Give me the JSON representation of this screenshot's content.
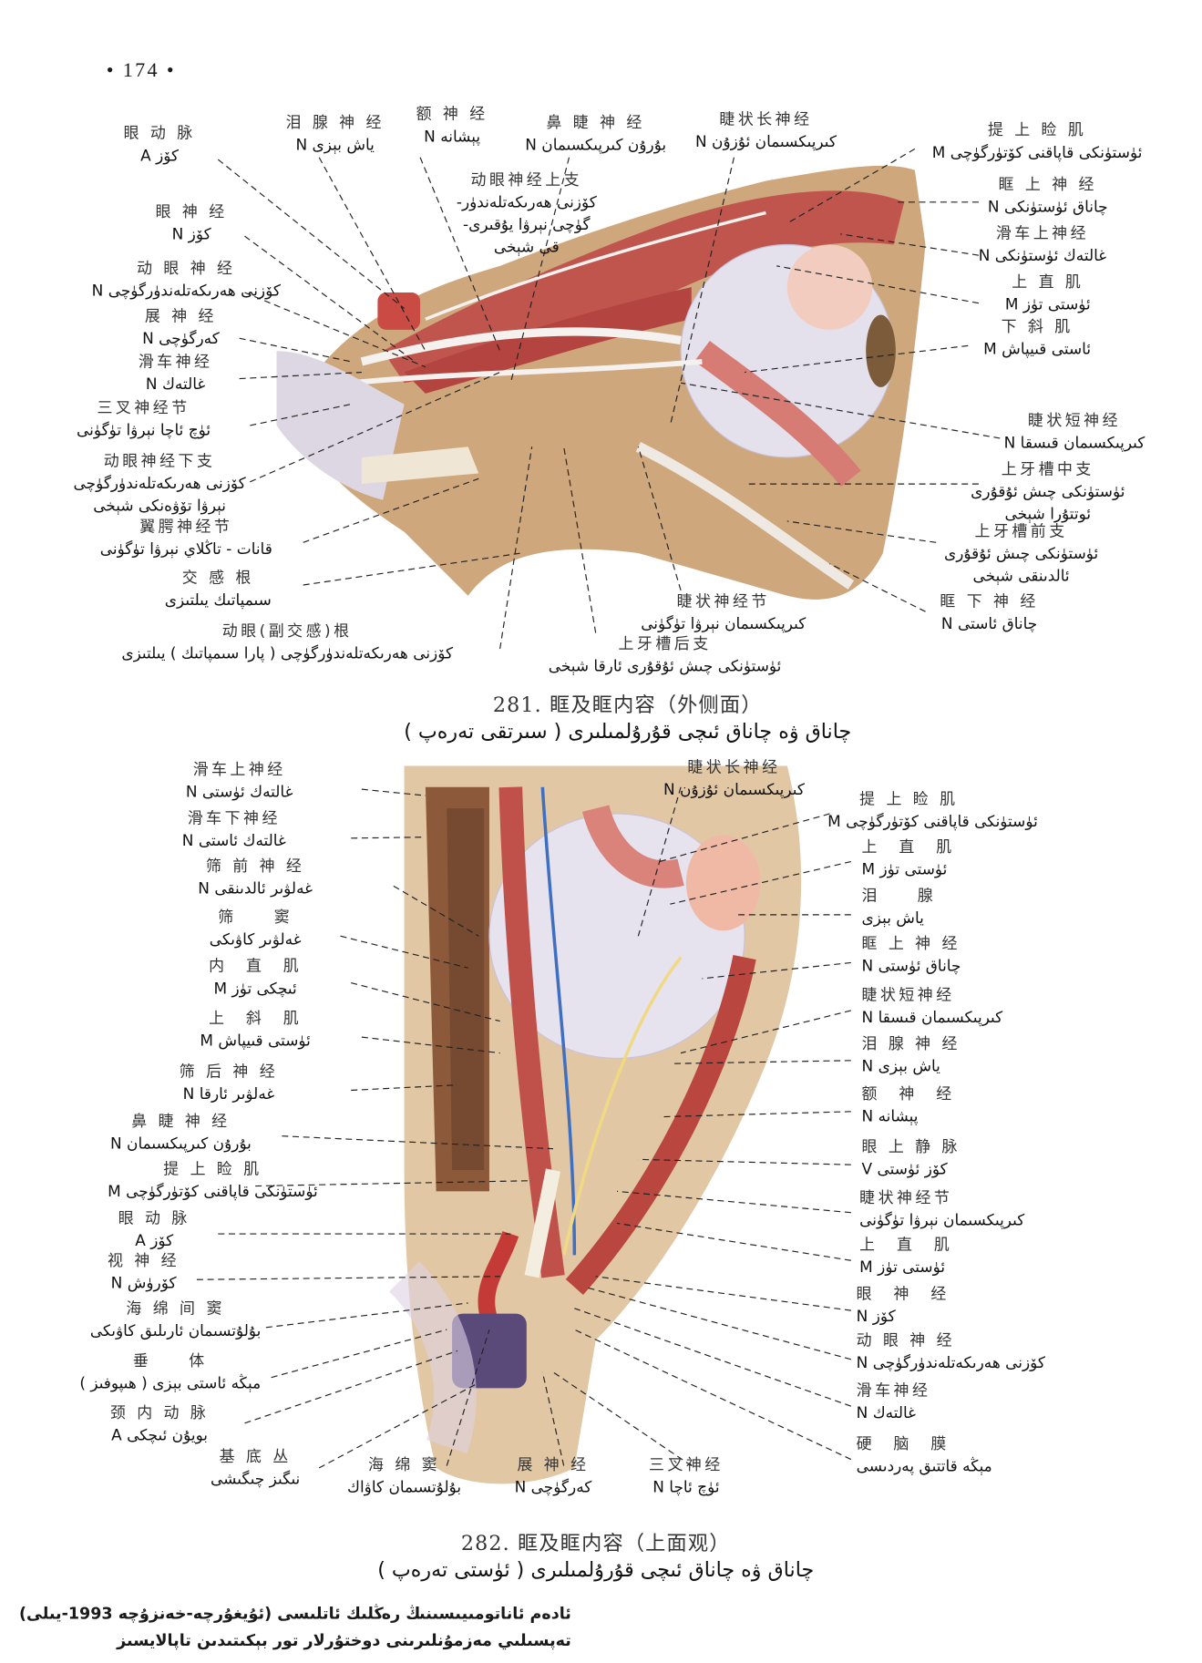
{
  "page_number": "• 174 •",
  "fig281": {
    "caption_zh": "281. 眶及眶内容（外侧面）",
    "caption_ug": "چاناق ۋە چاناق ئىچى قۇرۇلمىلىرى ( سىرتقى تەرەپ )",
    "labels": [
      {
        "zh": "眼 动 脉",
        "ug": "كۆز A"
      },
      {
        "zh": "泪 腺 神 经",
        "ug": "ياش بېزى N"
      },
      {
        "zh": "额 神 经",
        "ug": "پېشانە N"
      },
      {
        "zh": "鼻 睫 神 经",
        "ug": "بۇرۇن كىرپىكسىمان N"
      },
      {
        "zh": "睫状长神经",
        "ug": "كىرپىكسىمان ئۇزۇن N"
      },
      {
        "zh": "提 上 睑 肌",
        "ug": "ئۈستۈنكى قاپاقنى كۆتۈرگۈچى M"
      },
      {
        "zh": "动眼神经上支",
        "ug": "كۆزنى ھەرىكەتلەندۈر-",
        "ug2": "گۈچى نېرۋا يۇقىرى-",
        "ug3": "قى شېخى"
      },
      {
        "zh": "眼 神 经",
        "ug": "كۆز N"
      },
      {
        "zh": "眶 上 神 经",
        "ug": "چاناق ئۈستۈنكى N"
      },
      {
        "zh": "滑车上神经",
        "ug": "غالتەك ئۈستۈنكى N"
      },
      {
        "zh": "动 眼 神 经",
        "ug": "كۆزنى ھەرىكەتلەندۈرگۈچى N"
      },
      {
        "zh": "上 直 肌",
        "ug": "ئۈستى تۈز M"
      },
      {
        "zh": "展 神 经",
        "ug": "كەرگۈچى N"
      },
      {
        "zh": "下 斜 肌",
        "ug": "ئاستى قىيپاش M"
      },
      {
        "zh": "滑车神经",
        "ug": "غالتەك N"
      },
      {
        "zh": "三叉神经节",
        "ug": "ئۈچ ئاچا نېرۋا تۈگۈنى"
      },
      {
        "zh": "睫状短神经",
        "ug": "كىرپىكسىمان قىسقا N"
      },
      {
        "zh": "动眼神经下支",
        "ug": "كۆزنى ھەرىكەتلەندۈرگۈچى",
        "ug2": "نېرۋا تۆۋەنكى شېخى"
      },
      {
        "zh": "上牙槽中支",
        "ug": "ئۈستۈنكى چىش ئۇقۇرى",
        "ug2": "ئوتتۇرا شېخى"
      },
      {
        "zh": "翼腭神经节",
        "ug": "قانات - تاڭلاي نېرۋا تۈگۈنى"
      },
      {
        "zh": "上牙槽前支",
        "ug": "ئۈستۈنكى چىش ئۇقۇرى",
        "ug2": "ئالدىنقى شېخى"
      },
      {
        "zh": "交 感 根",
        "ug": "سىمپاتىك يىلتىزى"
      },
      {
        "zh": "眶 下 神 经",
        "ug": "چاناق ئاستى N"
      },
      {
        "zh": "睫状神经节",
        "ug": "كىرپىكسىمان نېرۋا تۈگۈنى"
      },
      {
        "zh": "动眼(副交感)根",
        "ug": "كۆزنى ھەرىكەتلەندۈرگۈچى ( پارا سىمپاتىك ) يىلتىزى"
      },
      {
        "zh": "上牙槽后支",
        "ug": "ئۈستۈنكى چىش ئۇقۇرى ئارقا شېخى"
      }
    ]
  },
  "fig282": {
    "caption_zh": "282. 眶及眶内容（上面观）",
    "caption_ug": "چاناق ۋە چاناق ئىچى قۇرۇلمىلىرى ( ئۈستى تەرەپ )",
    "left_labels": [
      {
        "zh": "滑车上神经",
        "ug": "غالتەك ئۈستى N"
      },
      {
        "zh": "滑车下神经",
        "ug": "غالتەك ئاستى N"
      },
      {
        "zh": "筛 前 神 经",
        "ug": "غەلۋىر ئالدىنقى N"
      },
      {
        "zh": "筛　　窦",
        "ug": "غەلۋىر كاۋىكى"
      },
      {
        "zh": "内　直　肌",
        "ug": "ئىچكى تۈز M"
      },
      {
        "zh": "上　斜　肌",
        "ug": "ئۈستى قىيپاش M"
      },
      {
        "zh": "筛 后 神 经",
        "ug": "غەلۋىر ئارقا N"
      },
      {
        "zh": "鼻 睫 神 经",
        "ug": "بۇرۇن كىرپىكسىمان N"
      },
      {
        "zh": "提 上 睑 肌",
        "ug": "ئۈستۈنكى قاپاقنى كۆتۈرگۈچى M"
      },
      {
        "zh": "眼 动 脉",
        "ug": "كۆز A"
      },
      {
        "zh": "视 神 经",
        "ug": "كۆرۈش N"
      },
      {
        "zh": "海 绵 间 窦",
        "ug": "بۇلۇتسىمان ئارىلىق كاۋىكى"
      },
      {
        "zh": "垂　　体",
        "ug": "مېڭە ئاستى بېزى ( ھىپوفىز )"
      },
      {
        "zh": "颈 内 动 脉",
        "ug": "بويۇن ئىچكى A"
      },
      {
        "zh": "基 底 丛",
        "ug": "نىگىز چىگىشى"
      },
      {
        "zh": "海 绵 窦",
        "ug": "بۇلۇتسىمان كاۋاك"
      },
      {
        "zh": "展 神 经",
        "ug": "كەرگۈچى N"
      },
      {
        "zh": "三叉神经",
        "ug": "ئۈچ ئاچا N"
      }
    ],
    "right_labels": [
      {
        "zh": "睫状长神经",
        "ug": "كىرپىكسىمان ئۇزۇن N"
      },
      {
        "zh": "提 上 睑 肌",
        "ug": "ئۈستۈنكى قاپاقنى كۆتۈرگۈچى M"
      },
      {
        "zh": "上　直　肌",
        "ug": "ئۈستى تۈز M"
      },
      {
        "zh": "泪　　腺",
        "ug": "ياش بېزى"
      },
      {
        "zh": "眶 上 神 经",
        "ug": "چاناق ئۈستى N"
      },
      {
        "zh": "睫状短神经",
        "ug": "كىرپىكسىمان قىسقا N"
      },
      {
        "zh": "泪 腺 神 经",
        "ug": "ياش بېزى N"
      },
      {
        "zh": "额　神　经",
        "ug": "پېشانە N"
      },
      {
        "zh": "眼 上 静 脉",
        "ug": "كۆز ئۈستى V"
      },
      {
        "zh": "睫状神经节",
        "ug": "كىرپىكسىمان نېرۋا تۈگۈنى"
      },
      {
        "zh": "上　直　肌",
        "ug": "ئۈستى تۈز M"
      },
      {
        "zh": "眼　神　经",
        "ug": "كۆز N"
      },
      {
        "zh": "动 眼 神 经",
        "ug": "كۆزنى ھەرىكەتلەندۈرگۈچى N"
      },
      {
        "zh": "滑车神经",
        "ug": "غالتەك N"
      },
      {
        "zh": "硬　脑　膜",
        "ug": "مېڭە قاتتىق پەردىسى"
      }
    ]
  },
  "footer": {
    "line1": "ئادەم ئاناتومىيىسىنىڭ رەڭلىك ئاتلىسى (ئۇيغۇرچە-خەنزۇچە 1993-يىلى)",
    "line2": "تەپسىلىي مەزمۇنلىرىنى دوختۇرلار تور بېكىتىدىن تاپالايسىز"
  },
  "colors": {
    "bone": "#c9a27a",
    "muscle": "#c2564f",
    "eyeball": "#e6e2ee",
    "sinus": "#5a4a7a",
    "vein": "#3f6fc0"
  }
}
